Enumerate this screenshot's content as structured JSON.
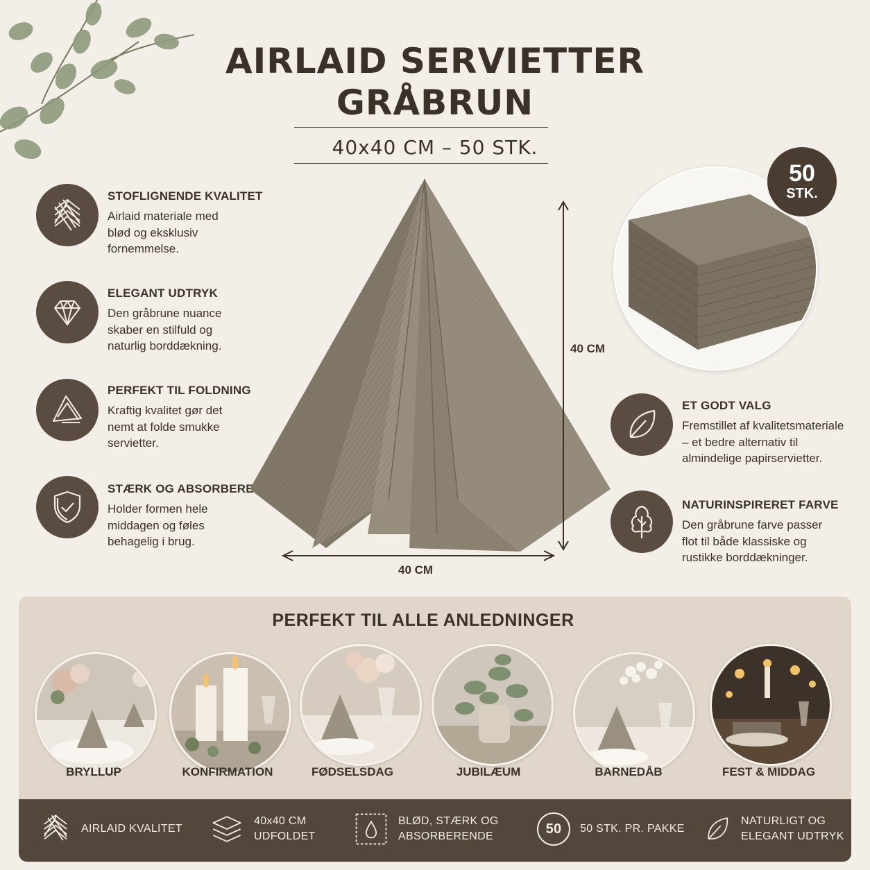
{
  "title": {
    "line1": "AIRLAID SERVIETTER",
    "line2": "GRÅBRUN"
  },
  "subtitle": "40x40 CM – 50 STK.",
  "features_left": [
    {
      "icon": "weave-icon",
      "heading": "STOFLIGNENDE KVALITET",
      "lines": [
        "Airlaid materiale med",
        "blød og eksklusiv",
        "fornemmelse."
      ]
    },
    {
      "icon": "diamond-icon",
      "heading": "ELEGANT UDTRYK",
      "lines": [
        "Den gråbrune nuance",
        "skaber en stilfuld og",
        "naturlig borddækning."
      ]
    },
    {
      "icon": "folded-napkin-icon",
      "heading": "PERFEKT TIL FOLDNING",
      "lines": [
        "Kraftig kvalitet gør det",
        "nemt at folde smukke",
        "servietter."
      ]
    },
    {
      "icon": "shield-check-icon",
      "heading": "STÆRK OG ABSORBERENDE",
      "lines": [
        "Holder formen hele",
        "middagen og føles",
        "behagelig i brug."
      ]
    }
  ],
  "features_right": [
    {
      "icon": "leaf-icon",
      "heading": "ET GODT VALG",
      "lines": [
        "Fremstillet af kvalitetsmateriale",
        "– et bedre alternativ til",
        "almindelige papirservietter."
      ]
    },
    {
      "icon": "tree-icon",
      "heading": "NATURINSPIRERET FARVE",
      "lines": [
        "Den gråbrune farve passer",
        "flot til både klassiske og",
        "rustikke borddækninger."
      ]
    }
  ],
  "dimensions": {
    "height_label": "40 CM",
    "width_label": "40 CM"
  },
  "badge": {
    "number": "50",
    "unit": "STK."
  },
  "occasions": {
    "title": "PERFEKT TIL ALLE ANLEDNINGER",
    "items": [
      "BRYLLUP",
      "KONFIRMATION",
      "FØDSELSDAG",
      "JUBILÆUM",
      "BARNEDÅB",
      "FEST & MIDDAG"
    ]
  },
  "bottom_bar": [
    {
      "icon": "weave-icon",
      "lines": [
        "AIRLAID KVALITET"
      ]
    },
    {
      "icon": "layers-icon",
      "lines": [
        "40x40 CM",
        "UDFOLDET"
      ]
    },
    {
      "icon": "droplet-icon",
      "lines": [
        "BLØD, STÆRK OG",
        "ABSORBERENDE"
      ]
    },
    {
      "icon": "fifty-circle-icon",
      "icon_text": "50",
      "lines": [
        "50 STK. PR. PAKKE"
      ]
    },
    {
      "icon": "leaf-icon",
      "lines": [
        "NATURLIGT OG",
        "ELEGANT UDTRYK"
      ]
    }
  ],
  "colors": {
    "background": "#f3efe8",
    "napkin": "#8e8474",
    "dark_brown": "#53463b",
    "panel": "#e1d6ca",
    "text": "#3a3129"
  }
}
